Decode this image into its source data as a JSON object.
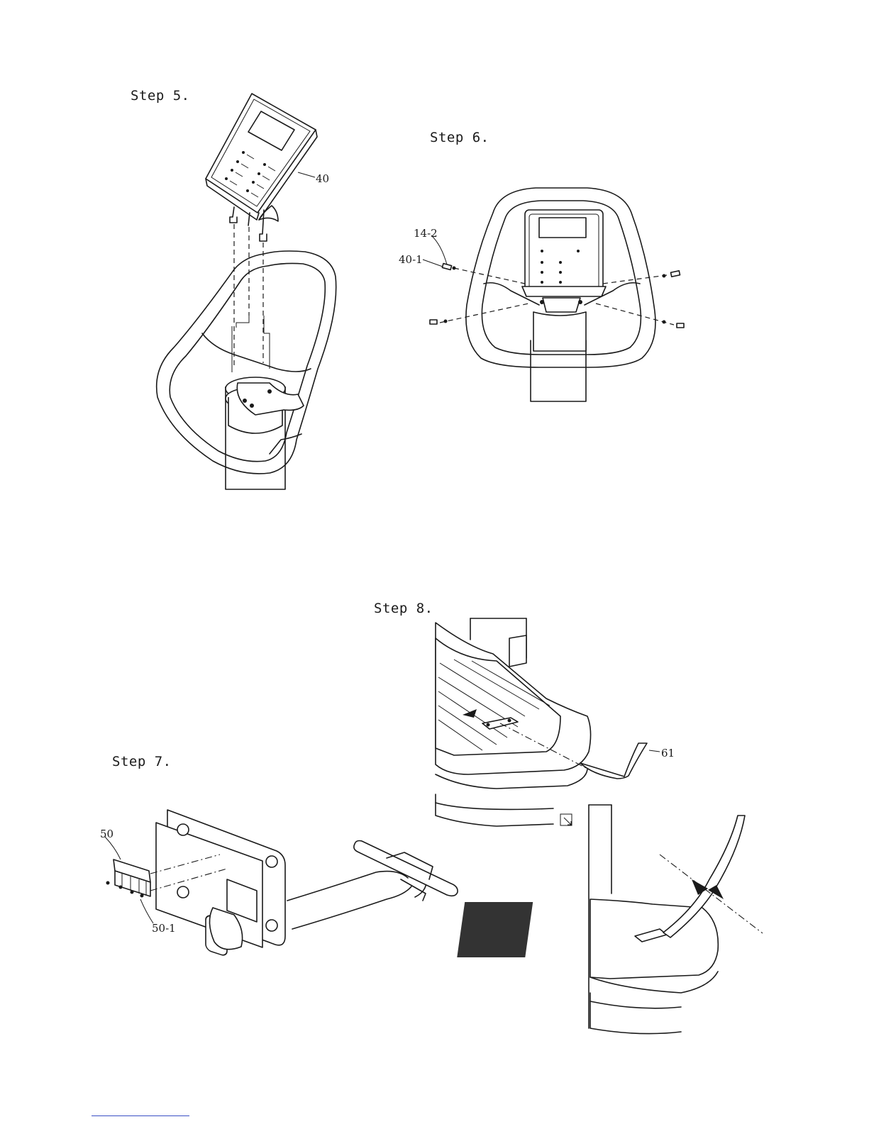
{
  "steps": {
    "step5": {
      "title": "Step 5.",
      "parts": [
        "40"
      ]
    },
    "step6": {
      "title": "Step 6.",
      "parts": [
        "14-2",
        "40-1"
      ]
    },
    "step7": {
      "title": "Step 7.",
      "parts": [
        "50",
        "50-1"
      ]
    },
    "step8": {
      "title": "Step 8.",
      "parts": [
        "61"
      ]
    }
  }
}
